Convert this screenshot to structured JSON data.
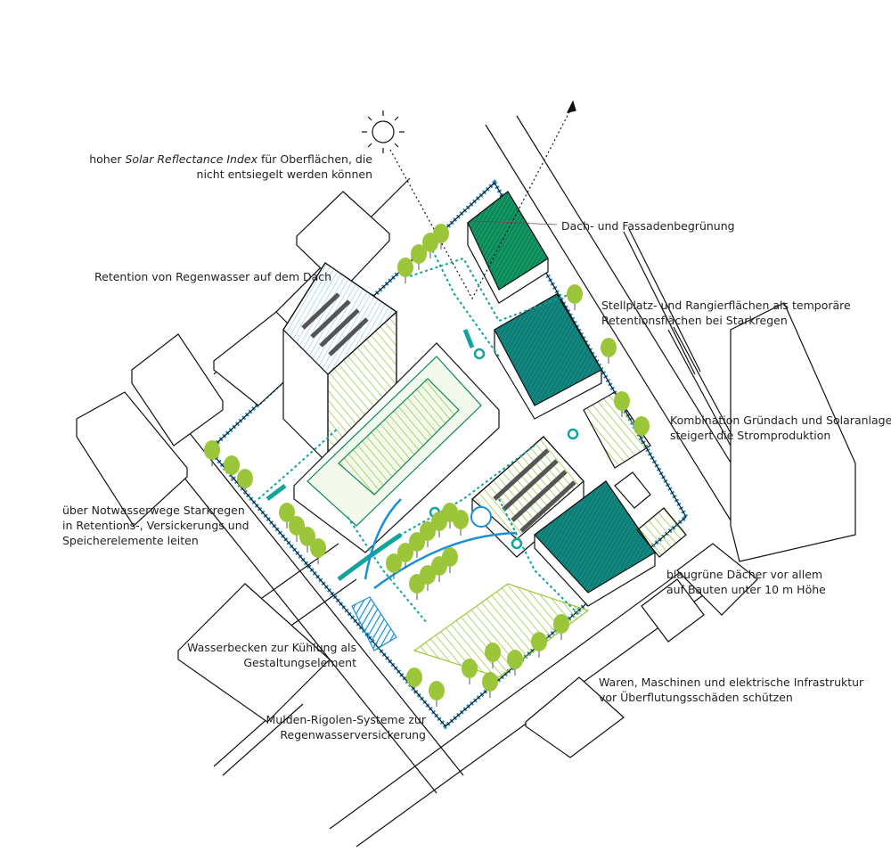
{
  "colors": {
    "water_blue": "#1a8fd6",
    "teal": "#13a39a",
    "dark_green": "#0a8a5a",
    "light_green": "#9cc63a",
    "line": "#111111"
  },
  "labels": {
    "solar_line1_pre": "hoher ",
    "solar_line1_italic": "Solar Reflectance Index",
    "solar_line1_post": " für Oberflächen, die",
    "solar_line2": "nicht entsiegelt werden können",
    "retention_roof": "Retention von Regenwasser auf dem Dach",
    "green_roof_facade": "Dach- und Fassadenbegrünung",
    "parking_line1": "Stellplatz- und Rangierflächen als temporäre",
    "parking_line2": "Retentionsflächen bei Starkregen",
    "solar_combo_line1": "Kombination Gründach und Solaranlage",
    "solar_combo_line2": "steigert die Stromproduktion",
    "emergency_line1": "über Notwasserwege Starkregen",
    "emergency_line2": "in Retentions-, Versickerungs und",
    "emergency_line3": "Speicherelemente leiten",
    "bluegreen_line1": "blaugrüne Dächer vor allem",
    "bluegreen_line2": "auf Bauten unter 10 m Höhe",
    "pool_line1": "Wasserbecken zur Kühlung als",
    "pool_line2": "Gestaltungselement",
    "goods_line1": "Waren, Maschinen und elektrische Infrastruktur",
    "goods_line2": "vor Überflutungsschäden schützen",
    "swale_line1": "Mulden-Rigolen-Systeme zur",
    "swale_line2": "Regenwasserversickerung"
  }
}
